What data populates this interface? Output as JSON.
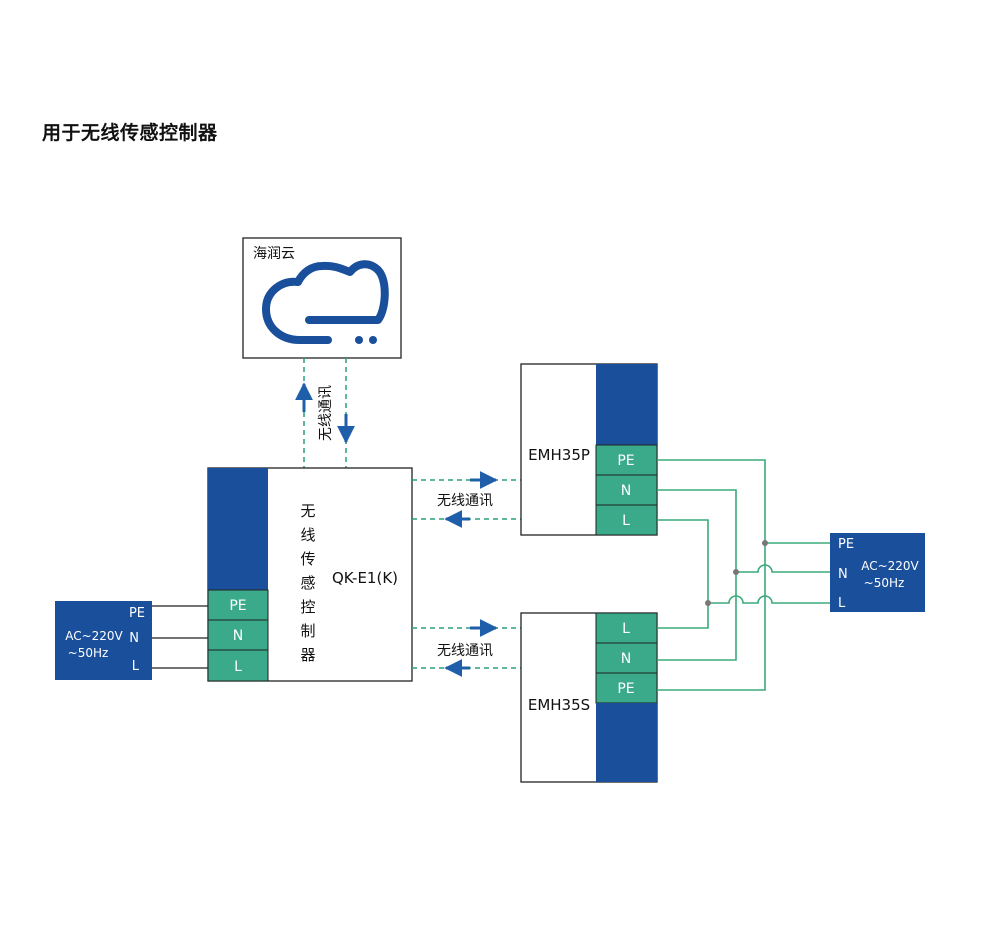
{
  "title": "用于无线传感控制器",
  "colors": {
    "blue": "#1a4f9c",
    "green": "#3aaa8a",
    "line_green": "#3aaa7a",
    "dash": "#2aa07a",
    "arrow": "#1f5faa"
  },
  "cloud": {
    "label": "海润云",
    "icon": "cloud-logo-icon"
  },
  "vertical_link": {
    "label": "无线通讯"
  },
  "controller": {
    "vertical_label": [
      "无",
      "线",
      "传",
      "感",
      "控",
      "制",
      "器"
    ],
    "model": "QK-E1(K)",
    "terminals": [
      "PE",
      "N",
      "L"
    ]
  },
  "left_supply": {
    "labels": [
      "PE",
      "N",
      "L"
    ],
    "spec_line1": "AC~220V",
    "spec_line2": "~50Hz"
  },
  "top_device": {
    "model": "EMH35P",
    "terminals": [
      "PE",
      "N",
      "L"
    ]
  },
  "bottom_device": {
    "model": "EMH35S",
    "terminals": [
      "L",
      "N",
      "PE"
    ]
  },
  "top_link": {
    "label": "无线通讯"
  },
  "bottom_link": {
    "label": "无线通讯"
  },
  "right_supply": {
    "labels": [
      "PE",
      "N",
      "L"
    ],
    "spec_line1": "AC~220V",
    "spec_line2": "~50Hz"
  }
}
